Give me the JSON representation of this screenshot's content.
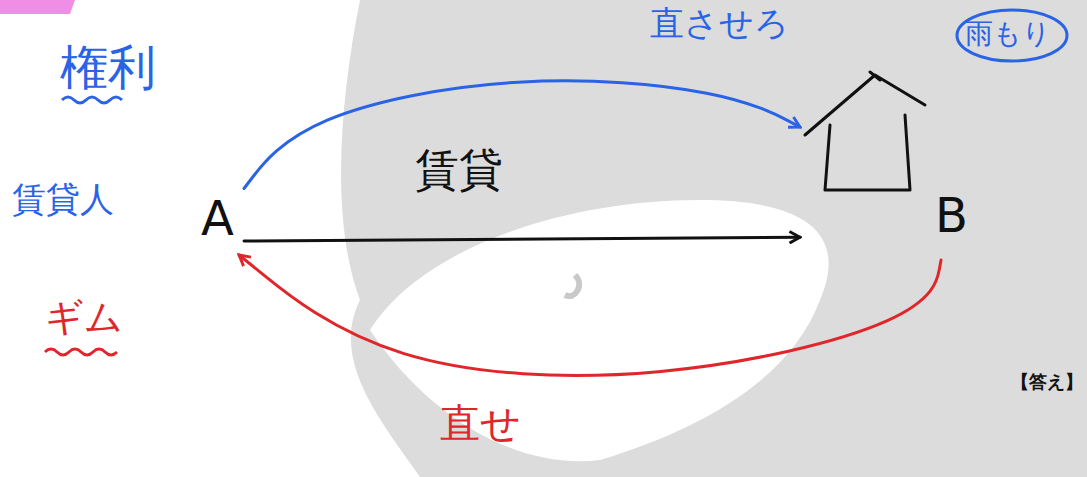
{
  "diagram": {
    "nodes": [
      {
        "text": [
          "A"
        ]
      },
      {
        "text": [
          "B"
        ]
      },
      {
        "text": [
          "雨もり"
        ]
      }
    ],
    "edges": [
      {
        "from": 0,
        "to": 1,
        "label": "賃貸",
        "arrow": "to"
      },
      {
        "from": 0,
        "to": 1,
        "label": "直させろ",
        "arrow": "to"
      },
      {
        "from": 1,
        "to": 0,
        "label": "直せ",
        "arrow": "to"
      }
    ],
    "labels": [
      "権利",
      "賃貸人",
      "ギム",
      "【答え】"
    ]
  }
}
